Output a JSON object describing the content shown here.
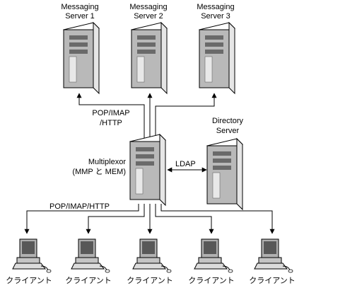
{
  "servers": [
    {
      "label_line1": "Messaging",
      "label_line2": "Server 1"
    },
    {
      "label_line1": "Messaging",
      "label_line2": "Server 2"
    },
    {
      "label_line1": "Messaging",
      "label_line2": "Server 3"
    }
  ],
  "upper_protocol": {
    "line1": "POP/IMAP",
    "line2": "/HTTP"
  },
  "multiplexor": {
    "line1": "Multiplexor",
    "line2": "(MMP と MEM)"
  },
  "ldap_label": "LDAP",
  "directory": {
    "line1": "Directory",
    "line2": "Server"
  },
  "lower_protocol": "POP/IMAP/HTTP",
  "clients": [
    {
      "label": "クライアント"
    },
    {
      "label": "クライアント"
    },
    {
      "label": "クライアント"
    },
    {
      "label": "クライアント"
    },
    {
      "label": "クライアント"
    }
  ]
}
